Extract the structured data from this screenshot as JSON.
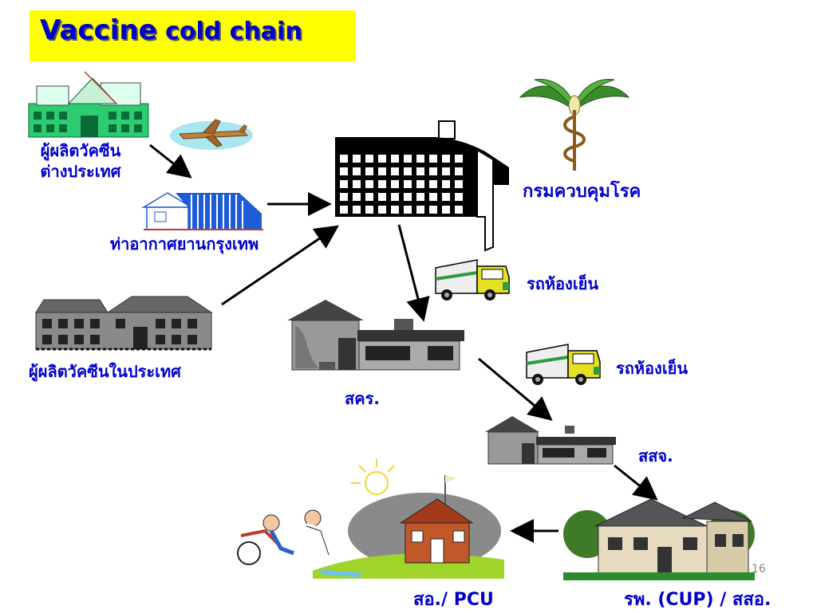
{
  "title": {
    "part1": "Vaccine",
    "part2": " cold chain"
  },
  "nodes": {
    "foreign_manufacturer": {
      "line1": "ผู้ผลิตวัคซีน",
      "line2": "ต่างประเทศ"
    },
    "airport": "ท่าอากาศยานกรุงเทพ",
    "domestic_manufacturer": "ผู้ผลิตวัคซีนในประเทศ",
    "dept_disease_control": "กรมควบคุมโรค",
    "cold_truck_1": "รถห้องเย็น",
    "cold_truck_2": "รถห้องเย็น",
    "regional_office": "สคร.",
    "provincial_office": "สสจ.",
    "hospital": "รพ. (CUP) / สสอ.",
    "health_station": "สอ./ PCU"
  },
  "page_number": "16",
  "colors": {
    "title_bg": "#ffff00",
    "label": "#0000cc",
    "arrow": "#000000"
  }
}
